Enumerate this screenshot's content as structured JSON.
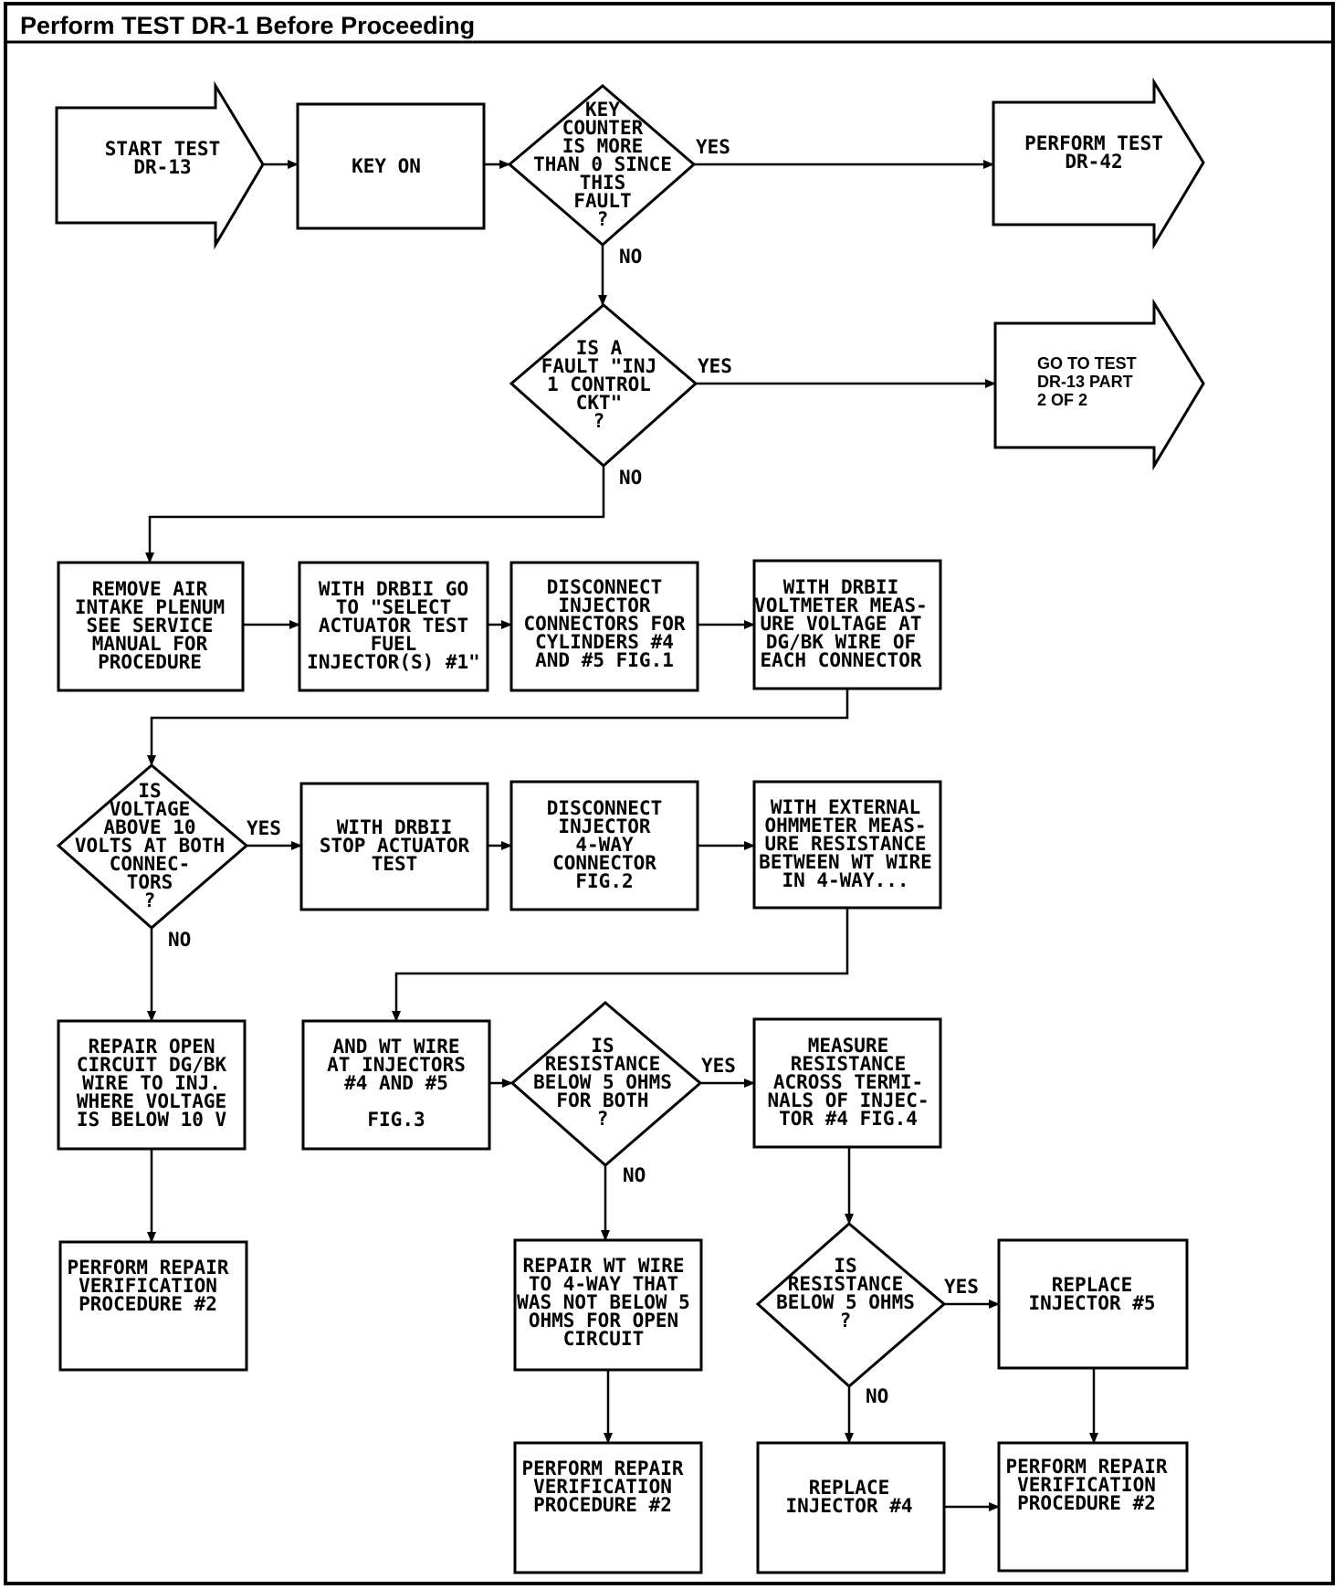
{
  "header": {
    "title": "Perform TEST DR-1 Before Proceeding"
  },
  "nodes": {
    "start": [
      "START TEST",
      "DR-13"
    ],
    "key_on": [
      "KEY ON"
    ],
    "q_key_counter": [
      "KEY",
      "COUNTER",
      "IS MORE",
      "THAN 0 SINCE",
      "THIS",
      "FAULT",
      "?"
    ],
    "perform_dr42": [
      "PERFORM TEST",
      "DR-42"
    ],
    "q_fault_inj": [
      "IS A",
      "FAULT \"INJ",
      "1 CONTROL",
      "CKT\"",
      "?"
    ],
    "goto_dr13_part2": [
      "GO TO TEST",
      "DR-13 PART",
      "2 OF 2"
    ],
    "remove_air": [
      "REMOVE AIR",
      "INTAKE PLENUM",
      "SEE SERVICE",
      "MANUAL FOR",
      "PROCEDURE"
    ],
    "drbii_select": [
      "WITH DRBII GO",
      "TO \"SELECT",
      "ACTUATOR TEST",
      "FUEL",
      "INJECTOR(S) #1\""
    ],
    "disconnect_injector": [
      "DISCONNECT",
      "INJECTOR",
      "CONNECTORS FOR",
      "CYLINDERS #4",
      "AND #5 FIG.1"
    ],
    "voltmeter_measure": [
      "WITH DRBII",
      "VOLTMETER MEAS-",
      "URE VOLTAGE AT",
      "DG/BK WIRE OF",
      "EACH CONNECTOR"
    ],
    "q_voltage": [
      "IS",
      "VOLTAGE",
      "ABOVE 10",
      "VOLTS AT BOTH",
      "CONNEC-",
      "TORS",
      "?"
    ],
    "stop_actuator": [
      "WITH DRBII",
      "STOP ACTUATOR",
      "TEST"
    ],
    "disconnect_4way": [
      "DISCONNECT",
      "INJECTOR",
      "4-WAY",
      "CONNECTOR",
      "FIG.2"
    ],
    "ohmmeter_measure": [
      "WITH EXTERNAL",
      "OHMMETER MEAS-",
      "URE RESISTANCE",
      "BETWEEN WT WIRE",
      "IN 4-WAY..."
    ],
    "repair_open_circuit": [
      "REPAIR OPEN",
      "CIRCUIT DG/BK",
      "WIRE TO INJ.",
      "WHERE VOLTAGE",
      "IS BELOW 10 V"
    ],
    "wt_wire_injectors": [
      "AND WT WIRE",
      "AT INJECTORS",
      "#4 AND #5",
      "",
      "FIG.3"
    ],
    "q_resistance_both": [
      "IS",
      "RESISTANCE",
      "BELOW 5 OHMS",
      "FOR BOTH",
      "?"
    ],
    "measure_terminals": [
      "MEASURE",
      "RESISTANCE",
      "ACROSS TERMI-",
      "NALS OF INJEC-",
      "TOR #4 FIG.4"
    ],
    "prv_left": [
      "PERFORM REPAIR",
      "VERIFICATION",
      "PROCEDURE #2"
    ],
    "repair_wt_wire": [
      "REPAIR WT WIRE",
      "TO 4-WAY THAT",
      "WAS NOT BELOW 5",
      "OHMS FOR OPEN",
      "CIRCUIT"
    ],
    "q_resistance": [
      "IS",
      "RESISTANCE",
      "BELOW 5 OHMS",
      "?"
    ],
    "replace_inj5": [
      "REPLACE",
      "INJECTOR #5"
    ],
    "prv_mid": [
      "PERFORM REPAIR",
      "VERIFICATION",
      "PROCEDURE #2"
    ],
    "replace_inj4": [
      "REPLACE",
      "INJECTOR #4"
    ],
    "prv_right": [
      "PERFORM REPAIR",
      "VERIFICATION",
      "PROCEDURE #2"
    ]
  },
  "edge_labels": {
    "key_counter_yes": "YES",
    "key_counter_no": "NO",
    "fault_inj_yes": "YES",
    "fault_inj_no": "NO",
    "voltage_yes": "YES",
    "voltage_no": "NO",
    "resistance_both_yes": "YES",
    "resistance_both_no": "NO",
    "resistance_yes": "YES",
    "resistance_no": "NO"
  }
}
